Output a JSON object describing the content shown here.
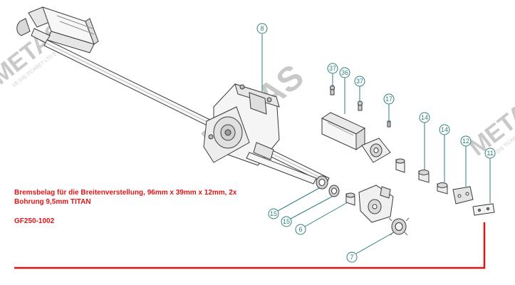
{
  "description": "Bremsbelag für die Breitenverstellung, 96mm x 39mm x 12mm, 2x Bohrung 9,5mm TITAN",
  "part_number": "GF250-1002",
  "watermark": {
    "brand": "METAS",
    "subtitle": "VE DIŞ TİCARET LTD.ŞTİ."
  },
  "callouts": {
    "c8": "8",
    "c37a": "37",
    "c36": "36",
    "c37b": "37",
    "c17": "17",
    "c14a": "14",
    "c14b": "14",
    "c12": "12",
    "c11": "11",
    "c15a": "15",
    "c15b": "15",
    "c6": "6",
    "c7": "7"
  },
  "colors": {
    "callout": "#2f7f7f",
    "highlight": "#e31414",
    "line_art": "#3a3a3a"
  }
}
